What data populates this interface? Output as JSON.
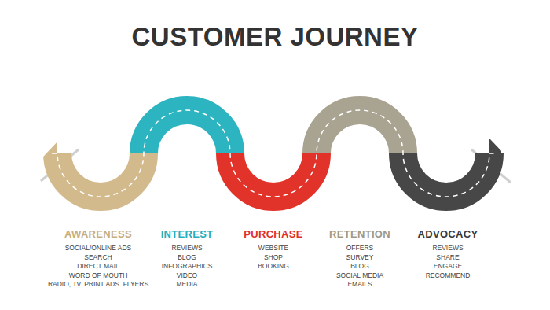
{
  "diagram": {
    "title": "CUSTOMER JOURNEY",
    "nodes": [
      {
        "text": [
          "AWARENESS",
          "SOCIAL/ONLINE ADS",
          "SEARCH",
          "DIRECT MAIL",
          "WORD OF MOUTH",
          "RADIO, TV. PRINT ADS. FLYERS"
        ]
      },
      {
        "text": [
          "INTEREST",
          "REVIEWS",
          "BLOG",
          "INFOGRAPHICS",
          "VIDEO",
          "MEDIA"
        ]
      },
      {
        "text": [
          "PURCHASE",
          "WEBSITE",
          "SHOP",
          "BOOKING"
        ]
      },
      {
        "text": [
          "RETENTION",
          "OFFERS",
          "SURVEY",
          "BLOG",
          "SOCIAL MEDIA",
          "EMAILS"
        ]
      },
      {
        "text": [
          "ADVOCACY",
          "REVIEWS",
          "SHARE",
          "ENGAGE",
          "RECOMMEND"
        ]
      }
    ]
  }
}
